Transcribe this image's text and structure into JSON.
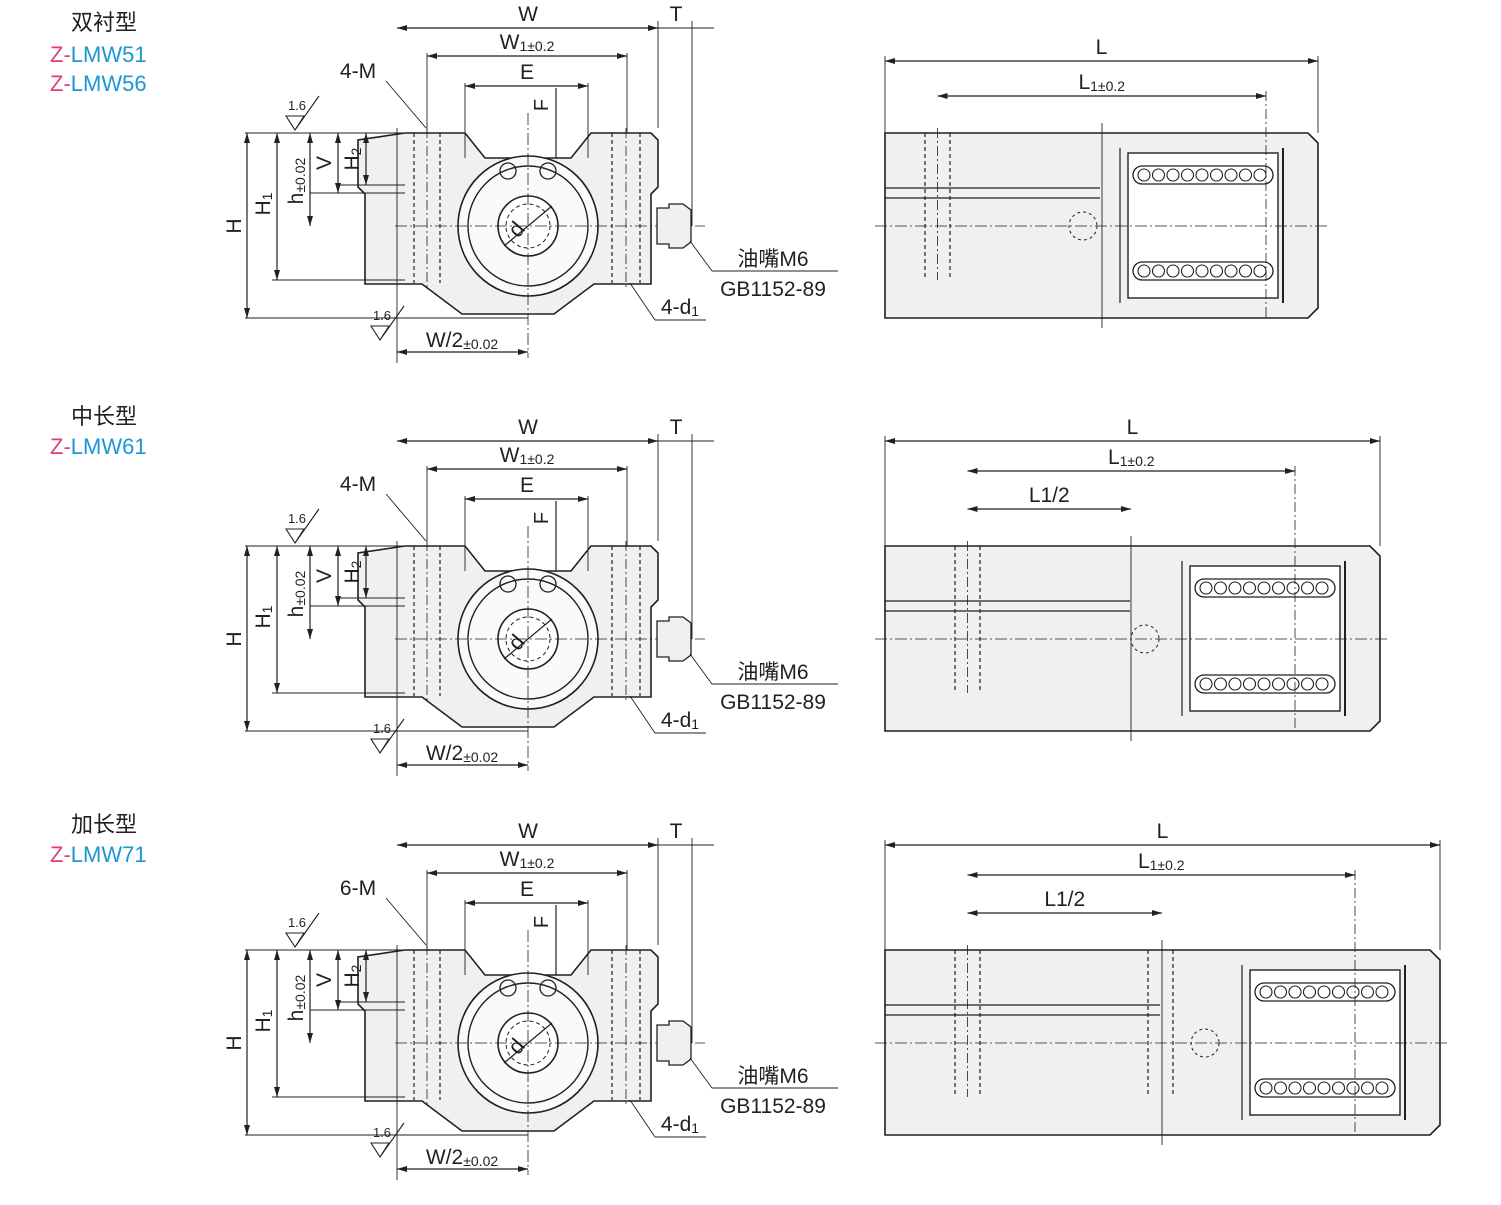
{
  "sections": [
    {
      "name": "双衬型",
      "codes": [
        {
          "prefix": "Z-",
          "model": "LMW51"
        },
        {
          "prefix": "Z-",
          "model": "LMW56"
        }
      ],
      "holes_label": "4-M",
      "side_L1": "L",
      "side_L1tol": "1±0.2",
      "half_label": ""
    },
    {
      "name": "中长型",
      "codes": [
        {
          "prefix": "Z-",
          "model": "LMW61"
        }
      ],
      "holes_label": "4-M",
      "side_L1": "L",
      "side_L1tol": "1±0.2",
      "half_label": "L1/2"
    },
    {
      "name": "加长型",
      "codes": [
        {
          "prefix": "Z-",
          "model": "LMW71"
        }
      ],
      "holes_label": "6-M",
      "side_L1": "L",
      "side_L1tol": "1±0.2",
      "half_label": "L1/2"
    }
  ],
  "dims": {
    "W": "W",
    "T": "T",
    "W1": "W",
    "W1_sub": "1±0.2",
    "E": "E",
    "F": "F",
    "H": "H",
    "H1": "H",
    "H1_sub": "1",
    "h": "h",
    "h_sub": "±0.02",
    "V": "V",
    "H2": "H",
    "H2_sub": "2",
    "W2": "W/2",
    "W2_sub": "±0.02",
    "d": "d",
    "d1": "4-d",
    "d1_sub": "1",
    "L": "L",
    "roughness": "1.6",
    "oil_nipple": "油嘴M6",
    "standard": "GB1152-89"
  },
  "colors": {
    "line": "#231f20",
    "fill": "#f0f0f0",
    "accent_pink": "#e6397a",
    "accent_blue": "#1a97d5",
    "bore_label": "#9b3a9b"
  }
}
